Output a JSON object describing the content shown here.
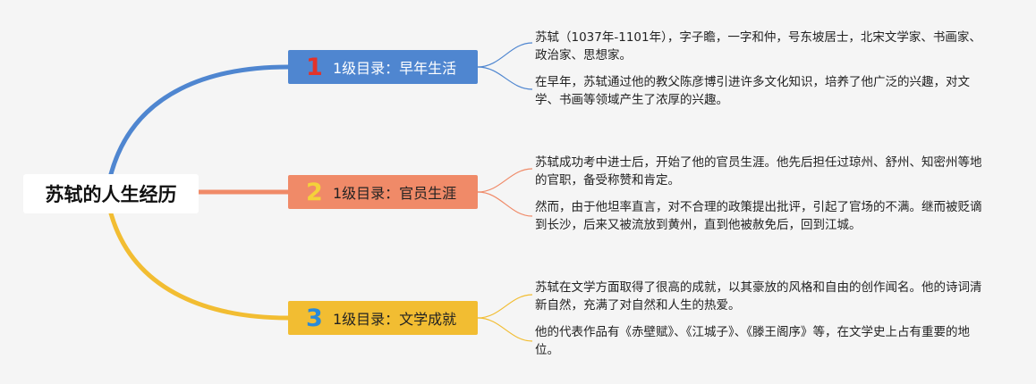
{
  "root": {
    "label": "苏轼的人生经历"
  },
  "branches": [
    {
      "number": "1",
      "label": "1级目录：早年生活",
      "notes": [
        "苏轼（1037年-1101年），字子瞻，一字和仲，号东坡居士，北宋文学家、书画家、政治家、思想家。",
        "在早年，苏轼通过他的教父陈彦博引进许多文化知识，培养了他广泛的兴趣，对文学、书画等领域产生了浓厚的兴趣。"
      ]
    },
    {
      "number": "2",
      "label": "1级目录：官员生涯",
      "notes": [
        "苏轼成功考中进士后，开始了他的官员生涯。他先后担任过琼州、舒州、知密州等地的官职，备受称赞和肯定。",
        "然而，由于他坦率直言，对不合理的政策提出批评，引起了官场的不满。继而被贬谪到长沙，后来又被流放到黄州，直到他被赦免后，回到江城。"
      ]
    },
    {
      "number": "3",
      "label": "1级目录：文学成就",
      "notes": [
        "苏轼在文学方面取得了很高的成就，以其豪放的风格和自由的创作闻名。他的诗词清新自然，充满了对自然和人生的热爱。",
        "他的代表作品有《赤壁赋》、《江城子》、《滕王阁序》等，在文学史上占有重要的地位。"
      ]
    }
  ],
  "colors": {
    "background": "#f5f5f5",
    "branch1": "#4f86d0",
    "branch2": "#f08a68",
    "branch3": "#f2bd32"
  }
}
